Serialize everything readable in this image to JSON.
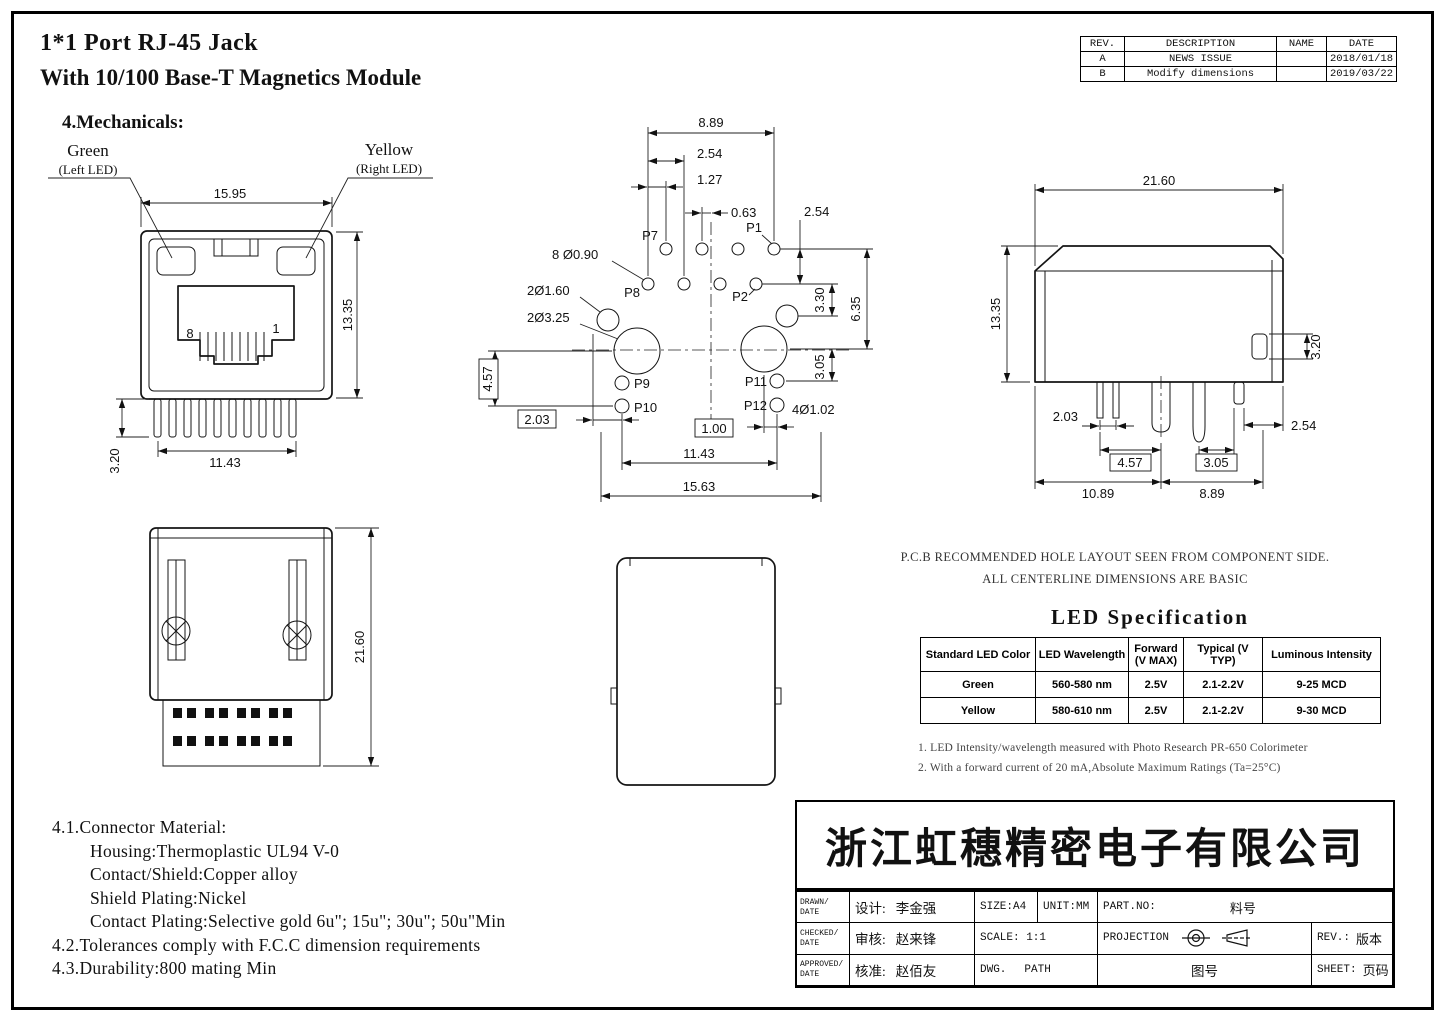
{
  "header": {
    "title_line1": "1*1 Port RJ-45  Jack",
    "title_line2": "With 10/100 Base-T Magnetics Module",
    "section_heading": "4.Mechanicals:"
  },
  "revision_table": {
    "headers": {
      "rev": "REV.",
      "description": "DESCRIPTION",
      "name": "NAME",
      "date": "DATE"
    },
    "rows": [
      {
        "rev": "A",
        "description": "NEWS ISSUE",
        "name": "",
        "date": "2018/01/18"
      },
      {
        "rev": "B",
        "description": "Modify dimensions",
        "name": "",
        "date": "2019/03/22"
      }
    ]
  },
  "front_view": {
    "green_label": "Green",
    "green_sub": "(Left LED)",
    "yellow_label": "Yellow",
    "yellow_sub": "(Right LED)",
    "dim_width": "15.95",
    "dim_height": "13.35",
    "dim_pin_span": "11.43",
    "dim_pin_length": "3.20",
    "pin_left": "8",
    "pin_right": "1"
  },
  "pcb_view": {
    "dim_overall": "8.89",
    "dim_pitch": "2.54",
    "dim_stagger": "1.27",
    "dim_offset": "0.63",
    "dim_row_gap": "2.54",
    "hole_pins": "8 Ø0.90",
    "hole_shield": "2Ø1.60",
    "hole_post": "2Ø3.25",
    "hole_led": "4Ø1.02",
    "p1": "P1",
    "p2": "P2",
    "p7": "P7",
    "p8": "P8",
    "p9": "P9",
    "p10": "P10",
    "p11": "P11",
    "p12": "P12",
    "dim_330": "3.30",
    "dim_635": "6.35",
    "dim_305": "3.05",
    "dim_457": "4.57",
    "dim_203": "2.03",
    "dim_100": "1.00",
    "dim_1143": "11.43",
    "dim_1563": "15.63"
  },
  "side_view": {
    "dim_width": "21.60",
    "dim_height": "13.35",
    "dim_led": "3.20",
    "dim_203": "2.03",
    "dim_457": "4.57",
    "dim_305": "3.05",
    "dim_254": "2.54",
    "dim_1089": "10.89",
    "dim_889": "8.89"
  },
  "bottom_view": {
    "dim_depth": "21.60"
  },
  "pcb_notes": {
    "line1": "P.C.B RECOMMENDED HOLE LAYOUT SEEN FROM COMPONENT SIDE.",
    "line2": "ALL CENTERLINE DIMENSIONS ARE BASIC"
  },
  "led_spec": {
    "title": "LED Specification",
    "headers": [
      "Standard LED Color",
      "LED Wavelength",
      "Forward (V MAX)",
      "Typical (V TYP)",
      "Luminous Intensity"
    ],
    "rows": [
      [
        "Green",
        "560-580 nm",
        "2.5V",
        "2.1-2.2V",
        "9-25 MCD"
      ],
      [
        "Yellow",
        "580-610 nm",
        "2.5V",
        "2.1-2.2V",
        "9-30 MCD"
      ]
    ],
    "note1": "1. LED Intensity/wavelength measured with Photo Research PR-650 Colorimeter",
    "note2": "2. With a forward current of 20 mA,Absolute Maximum Ratings (Ta=25°C)"
  },
  "material_notes": {
    "line1": "4.1.Connector Material:",
    "line2": "Housing:Thermoplastic UL94 V-0",
    "line3": "Contact/Shield:Copper alloy",
    "line4": "Shield Plating:Nickel",
    "line5": "Contact Plating:Selective gold 6u\"; 15u\"; 30u\"; 50u\"Min",
    "line6": "4.2.Tolerances comply with F.C.C dimension requirements",
    "line7": "4.3.Durability:800 mating Min"
  },
  "company": {
    "name": "浙江虹穗精密电子有限公司"
  },
  "title_block": {
    "drawn_label": "DRAWN/",
    "checked_label": "CHECKED/",
    "approved_label": "APPROVED/",
    "date_label": "DATE",
    "design_label": "设计:",
    "design_name": "李金强",
    "check_label": "审核:",
    "check_name": "赵来锋",
    "approve_label": "核准:",
    "approve_name": "赵佰友",
    "size": "SIZE:A4",
    "unit": "UNIT:MM",
    "part_no_label": "PART.NO:",
    "part_no_value": "料号",
    "scale": "SCALE: 1:1",
    "projection_label": "PROJECTION",
    "rev_label": "REV.:",
    "rev_value": "版本",
    "dwg_label": "DWG.",
    "path_label": "PATH",
    "drawing_no": "图号",
    "sheet_label": "SHEET:",
    "sheet_value": "页码"
  }
}
